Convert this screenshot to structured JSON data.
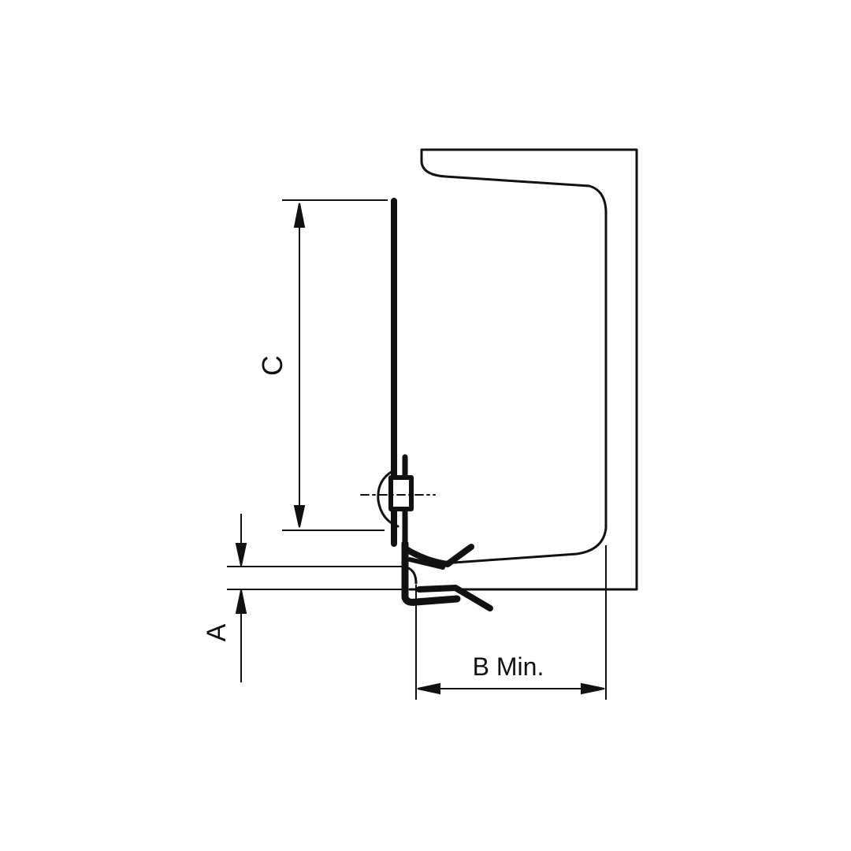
{
  "diagram": {
    "labels": {
      "c": "C",
      "a": "A",
      "b": "B Min."
    },
    "colors": {
      "line": "#111111",
      "background": "#ffffff"
    }
  }
}
